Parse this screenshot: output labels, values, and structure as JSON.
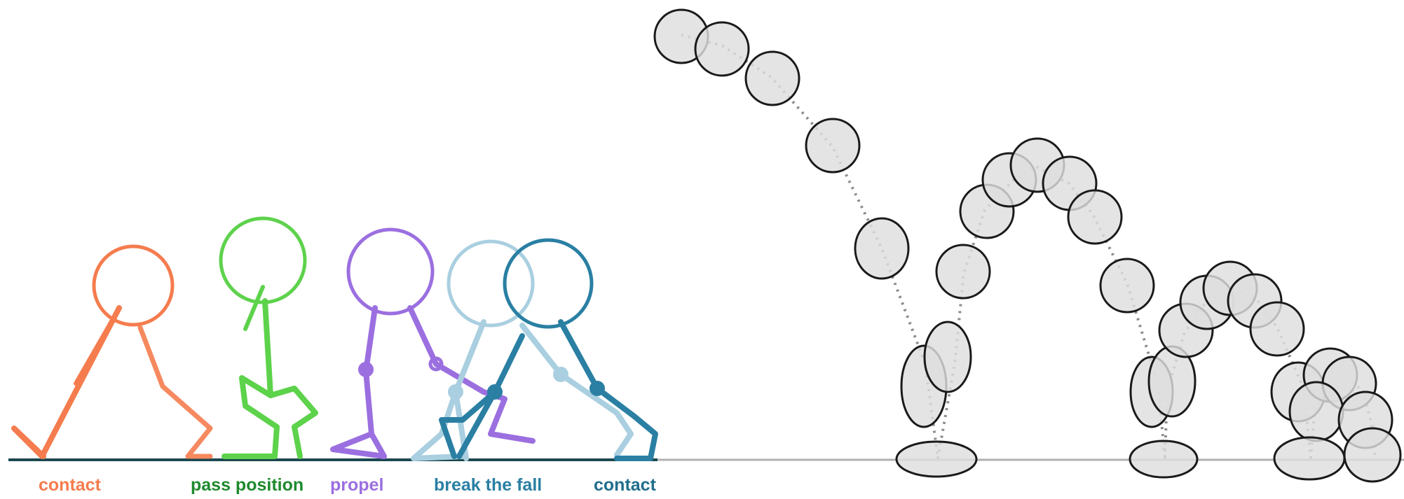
{
  "walk_cycle": {
    "poses": [
      {
        "id": "contact-1",
        "label": "contact",
        "color": "#f57c4e"
      },
      {
        "id": "pass",
        "label": "pass position",
        "color": "#1f8a2e"
      },
      {
        "id": "propel",
        "label": "propel",
        "color": "#9b6fe0"
      },
      {
        "id": "break",
        "label": "break the fall",
        "color": "#2a7fa3"
      },
      {
        "id": "contact-2",
        "label": "contact",
        "color": "#1f6e8c"
      }
    ],
    "figure_colors": {
      "contact": "#f57c4e",
      "pass": "#5dd24b",
      "propel": "#9b6fe0",
      "break": "#a9cfe0",
      "contact_end": "#2a7fa3",
      "ground": "#1b4850"
    }
  },
  "bouncing_ball": {
    "ball_fill": "#dedede",
    "ball_stroke": "#1a1a1a",
    "path_color": "#8c8c8c",
    "ground_color": "#b0b0b0"
  }
}
